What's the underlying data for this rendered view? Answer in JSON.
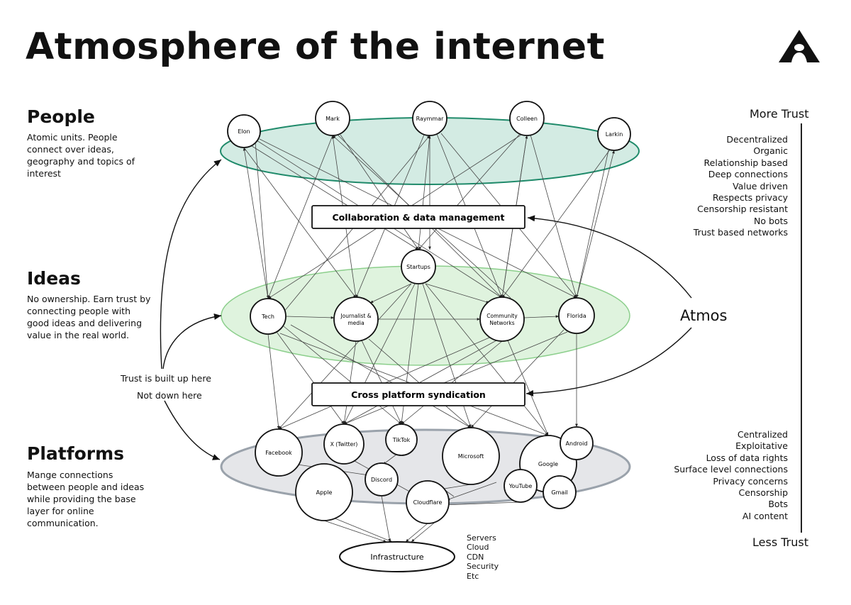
{
  "title": "Atmosphere of the internet",
  "logo_icon": "atmos-logo-icon",
  "sections": {
    "people": {
      "heading": "People",
      "desc": "Atomic units. People connect over ideas, geography and topics of interest"
    },
    "ideas": {
      "heading": "Ideas",
      "desc": "No ownership. Earn trust by connecting people with good ideas and delivering value in the real world."
    },
    "platforms": {
      "heading": "Platforms",
      "desc": "Mange connections between people and ideas while providing the base layer for online communication."
    }
  },
  "trust": {
    "more_label": "More Trust",
    "more_items": [
      "Decentralized",
      "Organic",
      "Relationship based",
      "Deep connections",
      "Value driven",
      "Respects privacy",
      "Censorship resistant",
      "No bots",
      "Trust based networks"
    ],
    "less_label": "Less Trust",
    "less_items": [
      "Centralized",
      "Exploitative",
      "Loss of data rights",
      "Surface level connections",
      "Privacy concerns",
      "Censorship",
      "Bots",
      "AI content"
    ]
  },
  "atmos_label": "Atmos",
  "notes": {
    "built_up": "Trust is built up here",
    "not_down": "Not down here"
  },
  "layers": {
    "people_color": "#d3ebe3",
    "people_stroke": "#1f8a6a",
    "ideas_color": "#dff3de",
    "ideas_stroke": "#8ccf8c",
    "platforms_color": "#e5e6e9",
    "platforms_stroke": "#9aa2ab"
  },
  "bars": {
    "collab": "Collaboration & data management",
    "syndication": "Cross platform syndication"
  },
  "people_nodes": {
    "elon": "Elon",
    "mark": "Mark",
    "raymmar": "Raymmar",
    "colleen": "Colleen",
    "larkin": "Larkin"
  },
  "idea_nodes": {
    "startups": "Startups",
    "tech": "Tech",
    "journalist": [
      "Journalist &",
      "media"
    ],
    "community": [
      "Community",
      "Networks"
    ],
    "florida": "Florida"
  },
  "platform_nodes": {
    "facebook": "Facebook",
    "x": "X (Twitter)",
    "tiktok": "TikTok",
    "microsoft": "Microsoft",
    "android": "Android",
    "google": "Google",
    "discord": "Discord",
    "apple": "Apple",
    "cloudflare": "Cloudflare",
    "youtube": "YouTube",
    "gmail": "Gmail"
  },
  "infrastructure": {
    "label": "Infrastructure",
    "items": [
      "Servers",
      "Cloud",
      "CDN",
      "Security",
      "Etc"
    ]
  }
}
